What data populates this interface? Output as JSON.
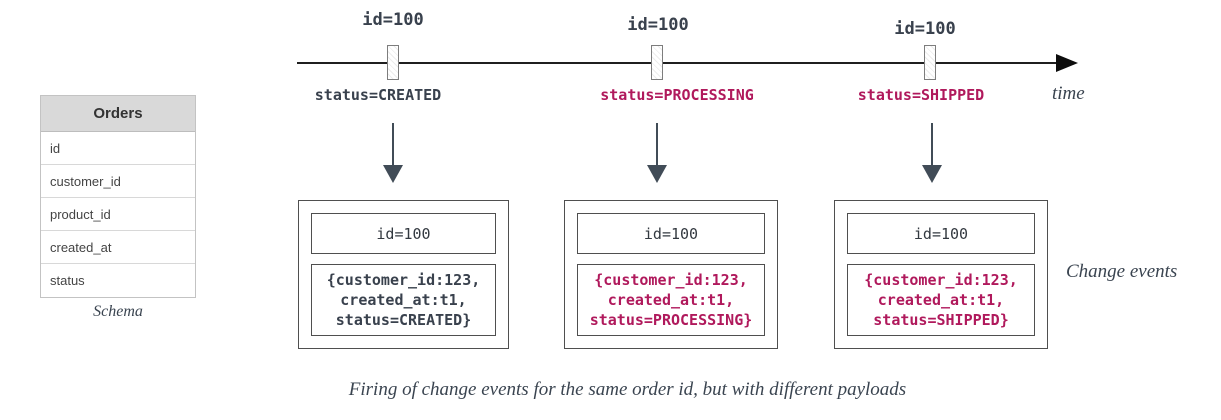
{
  "colors": {
    "ink": "#39414d",
    "crimson": "#b0195c",
    "dark": "#333940",
    "arrow": "#414c57",
    "table_header_bg": "#d9d9d9"
  },
  "schema_table": {
    "title": "Orders",
    "fields": [
      "id",
      "customer_id",
      "product_id",
      "created_at",
      "status"
    ],
    "caption": "Schema"
  },
  "timeline": {
    "time_label": "time",
    "events": [
      {
        "id_label": "id=100",
        "status_label": "status=CREATED",
        "status_color": "#39414d"
      },
      {
        "id_label": "id=100",
        "status_label": "status=PROCESSING",
        "status_color": "#b0195c"
      },
      {
        "id_label": "id=100",
        "status_label": "status=SHIPPED",
        "status_color": "#b0195c"
      }
    ]
  },
  "change_events": {
    "label": "Change events",
    "cards": [
      {
        "key": "id=100",
        "payload_lines": [
          "{customer_id:123,",
          "created_at:t1,",
          "status=CREATED}"
        ],
        "payload_color": "#39414d"
      },
      {
        "key": "id=100",
        "payload_lines": [
          "{customer_id:123,",
          "created_at:t1,",
          "status=PROCESSING}"
        ],
        "payload_color": "#b0195c"
      },
      {
        "key": "id=100",
        "payload_lines": [
          "{customer_id:123,",
          "created_at:t1,",
          "status=SHIPPED}"
        ],
        "payload_color": "#b0195c"
      }
    ]
  },
  "caption": "Firing of change events for the same order id, but with different payloads"
}
